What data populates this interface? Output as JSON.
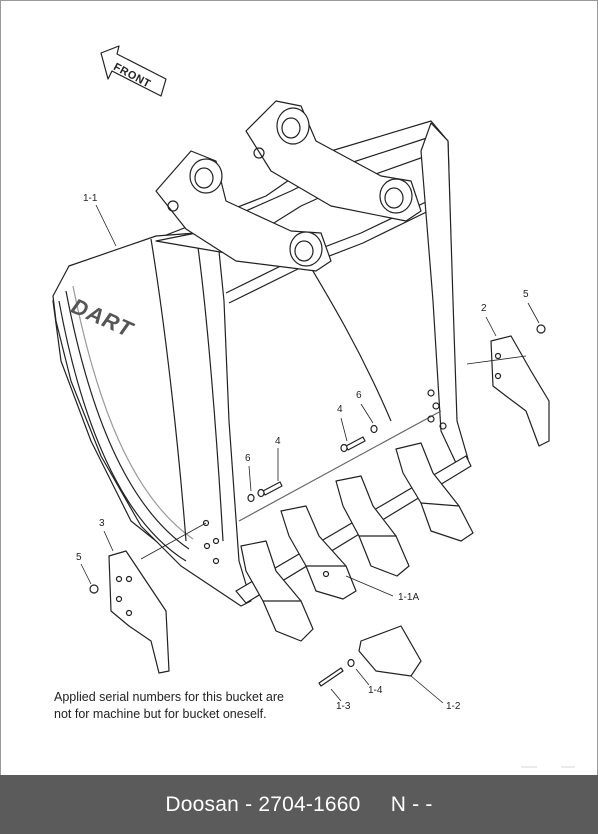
{
  "diagram": {
    "front_label": "FRONT",
    "brand_mark": "DART",
    "note_lines": [
      "Applied serial numbers for this bucket are",
      "not for machine but for bucket oneself."
    ],
    "callouts": [
      {
        "id": "1-1"
      },
      {
        "id": "2"
      },
      {
        "id": "5"
      },
      {
        "id": "6"
      },
      {
        "id": "4"
      },
      {
        "id": "4"
      },
      {
        "id": "6"
      },
      {
        "id": "3"
      },
      {
        "id": "5"
      },
      {
        "id": "1-1A"
      },
      {
        "id": "1-4"
      },
      {
        "id": "1-3"
      },
      {
        "id": "1-2"
      }
    ]
  },
  "footer": {
    "brand": "Doosan",
    "separator": "-",
    "part_number": "2704-1660",
    "suffix": "N - -"
  }
}
